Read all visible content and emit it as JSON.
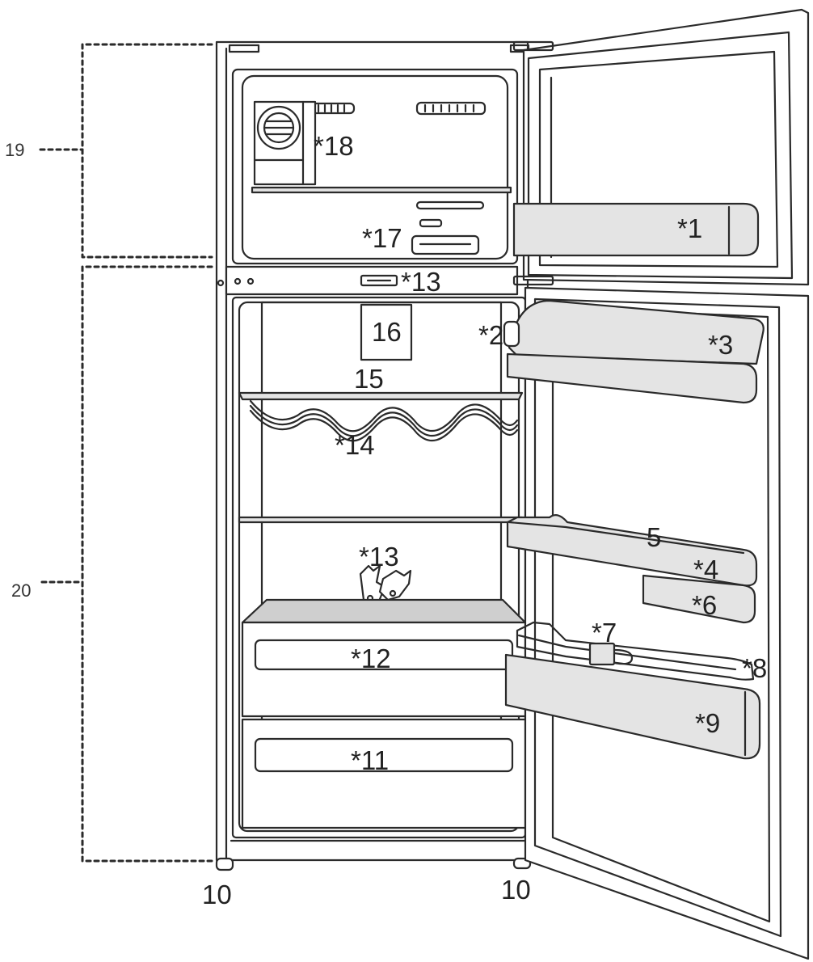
{
  "labels": {
    "l1": "*1",
    "l2": "*2",
    "l3": "*3",
    "l4": "*4",
    "l5": "5",
    "l6": "*6",
    "l7": "*7",
    "l8": "*8",
    "l9": "*9",
    "l10a": "10",
    "l10b": "10",
    "l11": "*11",
    "l12": "*12",
    "l13a": "*13",
    "l13b": "*13",
    "l14": "*14",
    "l15": "15",
    "l16": "16",
    "l17": "*17",
    "l18": "*18",
    "l19": "19",
    "l20": "20"
  },
  "colors": {
    "line": "#2a2a2a",
    "shade": "#e4e4e4",
    "dark_shade": "#cfcfcf",
    "background": "#ffffff"
  }
}
